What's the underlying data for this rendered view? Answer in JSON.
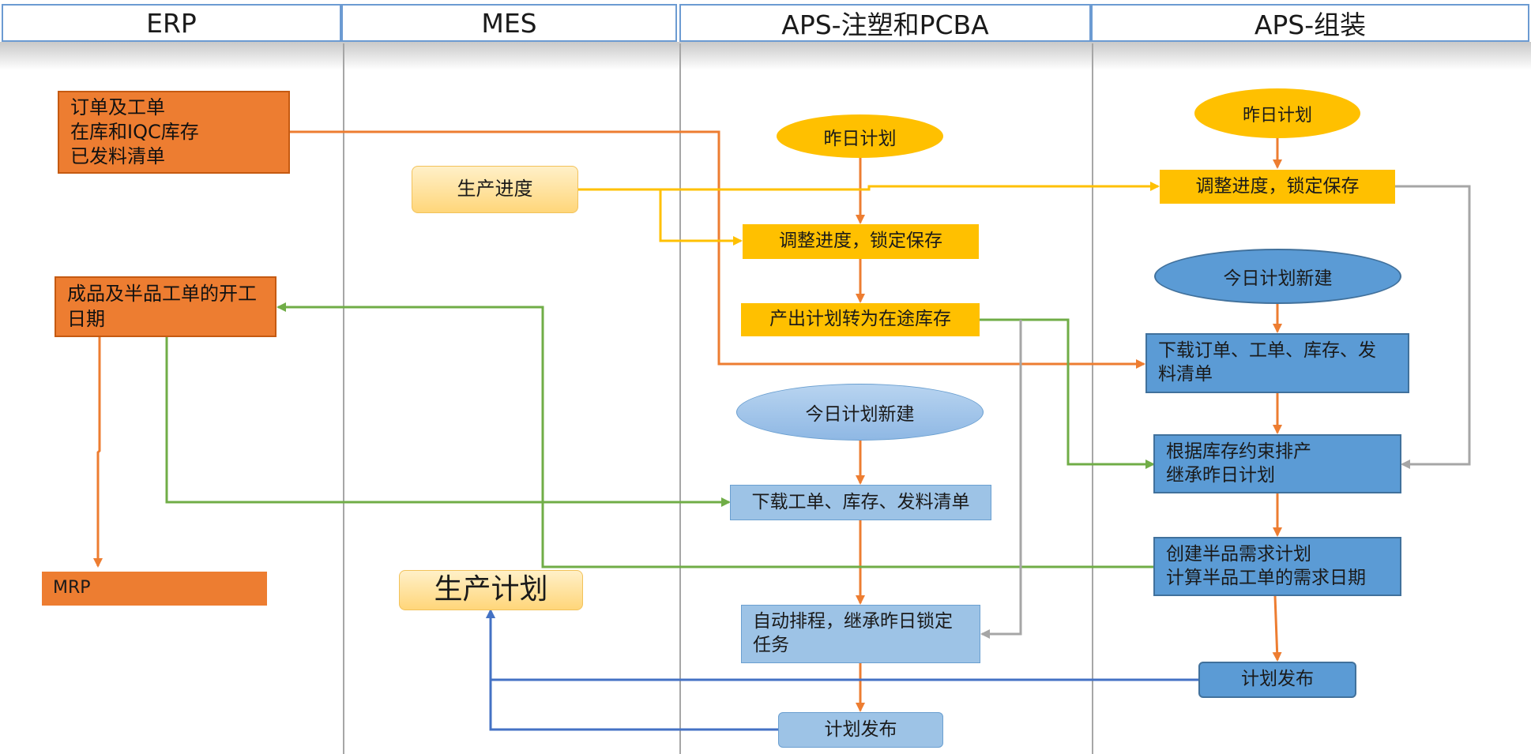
{
  "lanes": [
    "ERP",
    "MES",
    "APS-注塑和PCBA",
    "APS-组装"
  ],
  "nodes": {
    "erp_orders": [
      "订单及工单",
      "在库和IQC库存",
      "已发料清单"
    ],
    "erp_start_date": [
      "成品及半品工单的开工",
      "日期"
    ],
    "erp_mrp": "MRP",
    "mes_progress": "生产进度",
    "mes_plan": "生产计划",
    "pcba_yesterday_plan": "昨日计划",
    "pcba_adjust_lock": "调整进度，锁定保存",
    "pcba_output_transit": "产出计划转为在途库存",
    "pcba_today_new": "今日计划新建",
    "pcba_download": "下载工单、库存、发料清单",
    "pcba_auto_schedule": [
      "自动排程，继承昨日锁定",
      "任务"
    ],
    "pcba_publish": "计划发布",
    "asm_yesterday_plan": "昨日计划",
    "asm_adjust_lock": "调整进度，锁定保存",
    "asm_today_new": "今日计划新建",
    "asm_download": [
      "下载订单、工单、库存、发",
      "料清单"
    ],
    "asm_constraint": [
      "根据库存约束排产",
      "继承昨日计划"
    ],
    "asm_semi_demand": [
      "创建半品需求计划",
      "计算半品工单的需求日期"
    ],
    "asm_publish": "计划发布"
  },
  "colors": {
    "orange": "#ed7d31",
    "yellow": "#ffc000",
    "blue": "#5b9bd5",
    "light_blue": "#9dc3e6",
    "arrow_orange": "#ed7d31",
    "arrow_yellow": "#ffc000",
    "arrow_green": "#70ad47",
    "arrow_gray": "#a6a6a6",
    "arrow_blue": "#4472c4"
  }
}
